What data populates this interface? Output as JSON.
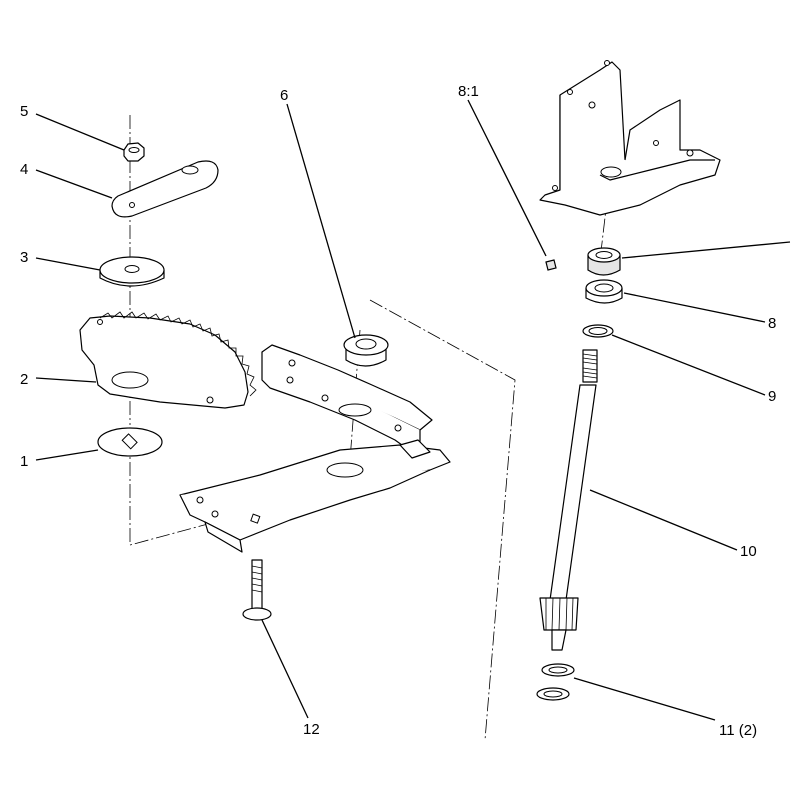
{
  "callouts": {
    "c1": "1",
    "c2": "2",
    "c3": "3",
    "c4": "4",
    "c5": "5",
    "c6": "6",
    "c8_1": "8:1",
    "c8": "8",
    "c9": "9",
    "c10": "10",
    "c11": "11 (2)",
    "c12": "12"
  }
}
